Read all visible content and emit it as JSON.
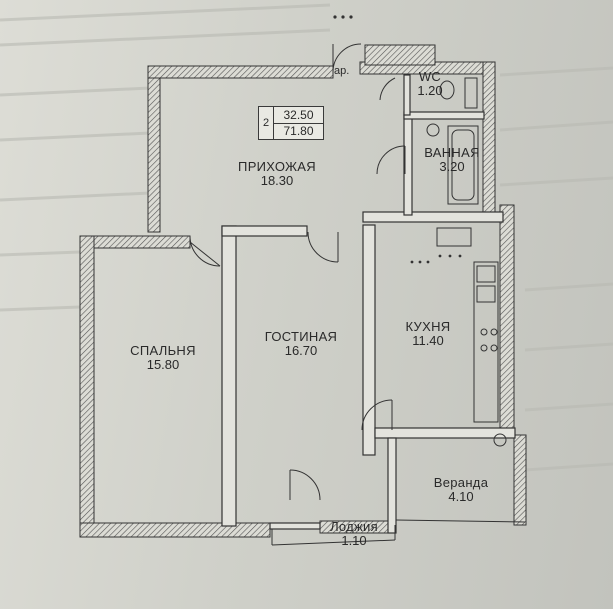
{
  "plan": {
    "info_box": {
      "rooms": "2",
      "living_area": "32.50",
      "total_area": "71.80"
    },
    "rooms": [
      {
        "key": "hallway",
        "name": "ПРИХОЖАЯ",
        "area": "18.30"
      },
      {
        "key": "wc",
        "name": "WC",
        "area": "1.20"
      },
      {
        "key": "bathroom",
        "name": "ВАННАЯ",
        "area": "3.20"
      },
      {
        "key": "bedroom",
        "name": "СПАЛЬНЯ",
        "area": "15.80"
      },
      {
        "key": "living",
        "name": "ГОСТИНАЯ",
        "area": "16.70"
      },
      {
        "key": "kitchen",
        "name": "КУХНЯ",
        "area": "11.40"
      },
      {
        "key": "veranda",
        "name": "Веранда",
        "area": "4.10"
      },
      {
        "key": "loggia",
        "name": "Лоджия",
        "area": "1.10"
      }
    ],
    "entrance_label": "ар."
  }
}
